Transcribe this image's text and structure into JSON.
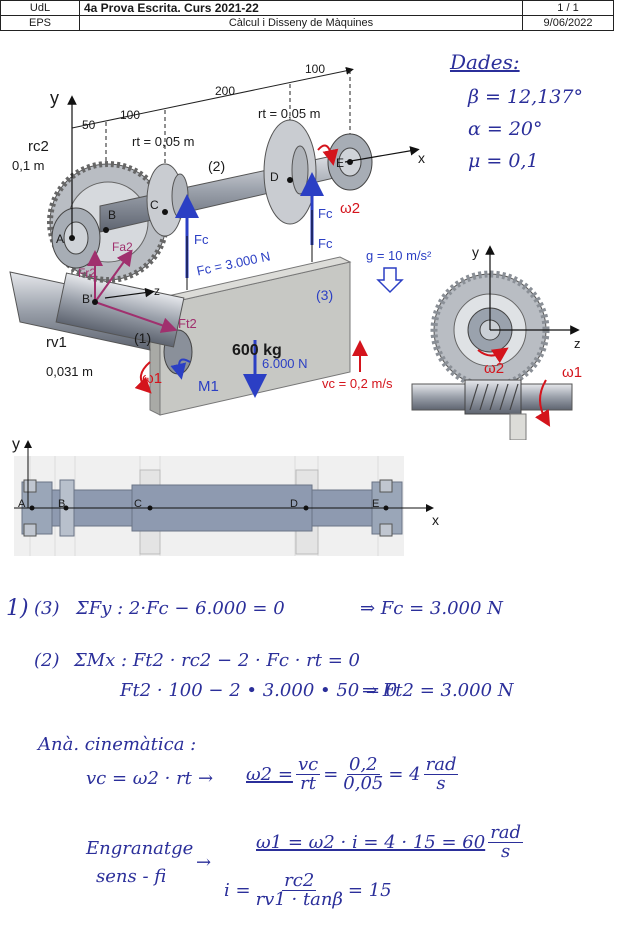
{
  "header": {
    "left_top": "UdL",
    "left_bottom": "EPS",
    "title": "4a Prova Escrita. Curs 2021-22",
    "subject": "Càlcul i Disseny de Màquines",
    "page": "1 / 1",
    "date": "9/06/2022"
  },
  "dades": {
    "title": "Dades:",
    "beta": "β = 12,137°",
    "alpha": "α = 20°",
    "mu": "μ = 0,1"
  },
  "figure": {
    "dim_50": "50",
    "dim_100a": "100",
    "dim_200": "200",
    "dim_100b": "100",
    "rt_top": "rt = 0,05 m",
    "rt_mid": "rt = 0,05 m",
    "rc2": "rc2",
    "rc2_val": "0,1 m",
    "rv1": "rv1",
    "rv1_val": "0,031 m",
    "point_A": "A",
    "point_B": "B",
    "point_Bp": "B'",
    "point_C": "C",
    "point_D": "D",
    "point_E": "E",
    "part2": "(2)",
    "part1": "(1)",
    "part3": "(3)",
    "axis_y": "y",
    "axis_x": "x",
    "axis_z": "z",
    "Fc": "Fc",
    "Fc_val": "Fc = 3.000 N",
    "Fa2": "Fa2",
    "Fr2": "Fr2",
    "Ft2": "Ft2",
    "mass": "600 kg",
    "weight": "6.000 N",
    "omega1": "ω1",
    "omega2": "ω2",
    "M1": "M1",
    "vc": "vc = 0,2 m/s",
    "g": "g = 10 m/s²"
  },
  "side_view": {
    "axis_y": "y",
    "axis_z": "z",
    "omega2": "ω2",
    "omega1": "ω1"
  },
  "shaft_view": {
    "axis_y": "y",
    "axis_x": "x",
    "points": [
      "A",
      "B",
      "C",
      "D",
      "E"
    ]
  },
  "solution": {
    "s1_num": "1)",
    "s1_part": "(3)",
    "s1_eq": "ΣFy :  2·Fc − 6.000 = 0",
    "s1_res": "⇒  Fc = 3.000 N",
    "s2_part": "(2)",
    "s2_eq": "ΣMx :  Ft2 · rc2 − 2 · Fc · rt = 0",
    "s2_eq2": "Ft2 · 100 − 2 • 3.000 • 50 = 0",
    "s2_res": "⇒  Ft2 = 3.000 N",
    "kin_title": "Anà. cinemàtica :",
    "kin_eq": "vc = ω2 · rt",
    "kin_arrow": "→",
    "kin_w2": "ω2 =",
    "kin_f1n": "vc",
    "kin_f1d": "rt",
    "kin_f2n": "0,2",
    "kin_f2d": "0,05",
    "kin_res": "= 4",
    "kin_un": "rad",
    "kin_ud": "s",
    "eng1": "Engranatge",
    "eng2": "sens - fi",
    "eng_arrow": "→",
    "eng_w1": "ω1 = ω2 · i = 4 · 15 = 60",
    "eng_un": "rad",
    "eng_ud": "s",
    "eng_i": "i =",
    "eng_in": "rc2",
    "eng_id": "rv1 · tanβ",
    "eng_ires": "= 15"
  }
}
